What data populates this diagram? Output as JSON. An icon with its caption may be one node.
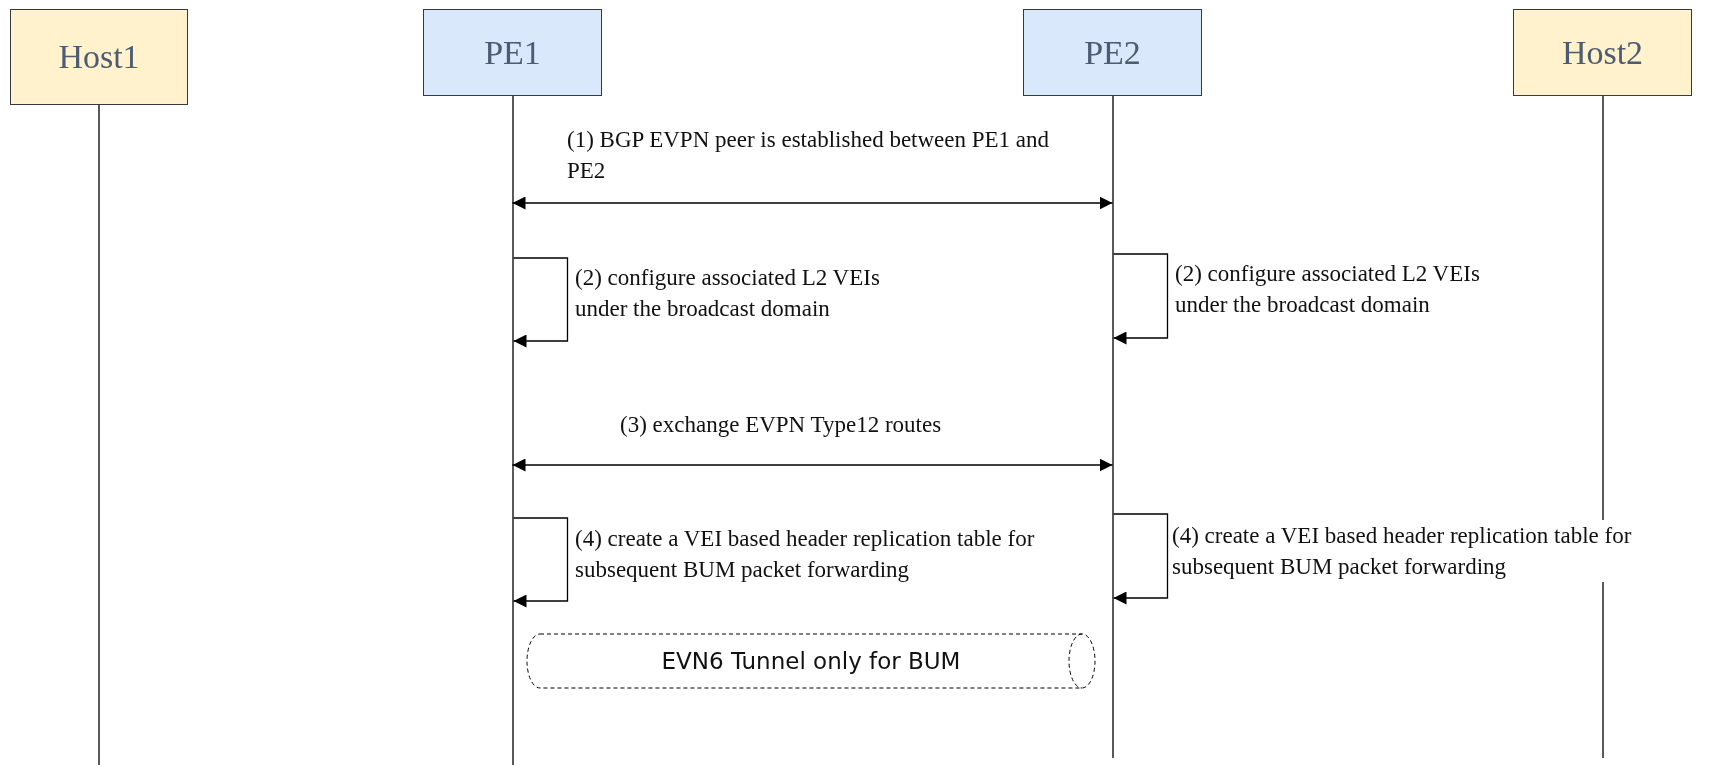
{
  "diagram": {
    "nodes": [
      {
        "text": [
          "Host1"
        ]
      },
      {
        "text": [
          "PE1"
        ]
      },
      {
        "text": [
          "PE2"
        ]
      },
      {
        "text": [
          "Host2"
        ]
      },
      {
        "text": [
          "EVN6 Tunnel only for BUM"
        ]
      }
    ],
    "edges": [
      {
        "from": 1,
        "to": 2,
        "arrow": "both",
        "label": "(1) BGP EVPN peer is established between PE1 and PE2"
      },
      {
        "from": 1,
        "to": 1,
        "arrow": "to",
        "label": "(2) configure associated L2 VEIs under the broadcast domain"
      },
      {
        "from": 2,
        "to": 2,
        "arrow": "to",
        "label": "(2) configure associated L2 VEIs under the broadcast domain"
      },
      {
        "from": 1,
        "to": 2,
        "arrow": "both",
        "label": "(3) exchange EVPN Type12 routes"
      },
      {
        "from": 1,
        "to": 1,
        "arrow": "to",
        "label": "(4) create a VEI based header replication table for subsequent BUM packet forwarding"
      },
      {
        "from": 2,
        "to": 2,
        "arrow": "to",
        "label": "(4) create a VEI based header replication table for subsequent BUM packet forwarding"
      }
    ]
  }
}
